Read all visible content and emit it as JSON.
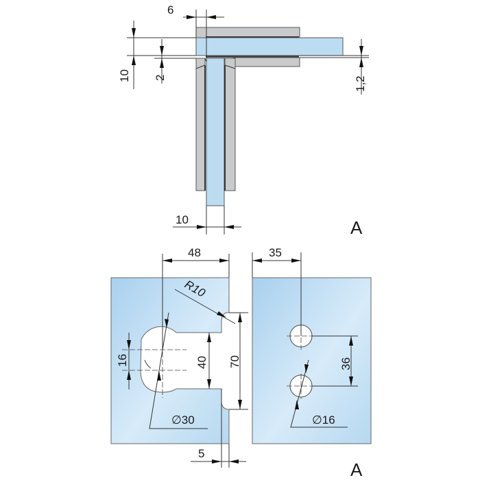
{
  "top_view": {
    "dims": {
      "offset": "6",
      "total_thickness": "10",
      "gap": "2",
      "gasket": "1,2",
      "glass_thickness": "10"
    },
    "view_label": "A"
  },
  "front_view": {
    "dims": {
      "hole_offset_left": "48",
      "radius": "R10",
      "slot_height": "16",
      "cutout_height": "40",
      "notch_height": "70",
      "slot_diameter": "∅30",
      "gap": "5",
      "hole_offset_right": "35",
      "hole_spacing": "36",
      "hole_diameter": "∅16"
    },
    "view_label": "A"
  },
  "colors": {
    "glass": "#bcdcf2",
    "metal": "#c8cacc"
  }
}
